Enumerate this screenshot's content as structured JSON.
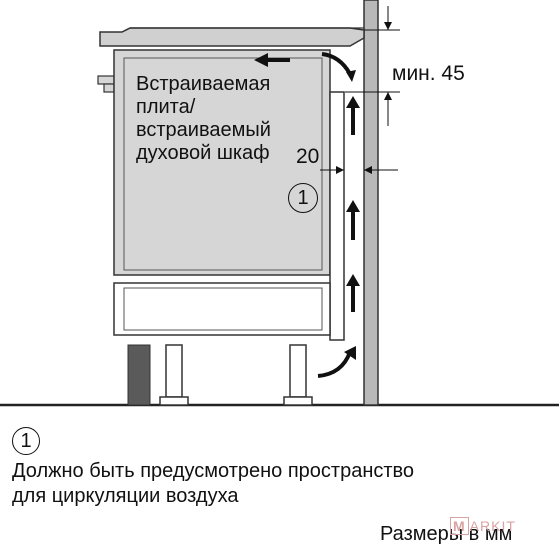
{
  "labels": {
    "appliance": [
      "Встраиваемая",
      "плита/",
      "встраиваемый",
      "духовой шкаф"
    ],
    "dim_top": "мин. 45",
    "dim_side": "20",
    "marker": "1"
  },
  "note": {
    "marker": "1",
    "lines": [
      "Должно быть предусмотрено пространство",
      "для циркуляции воздуха"
    ]
  },
  "units": "Размеры в мм",
  "watermark": {
    "box_letter": "M",
    "rest": "ARKIT"
  },
  "colors": {
    "panel": "#d6d6d6",
    "line": "#333333",
    "wall": "#b9b9b9",
    "dark": "#5a5a5a"
  }
}
